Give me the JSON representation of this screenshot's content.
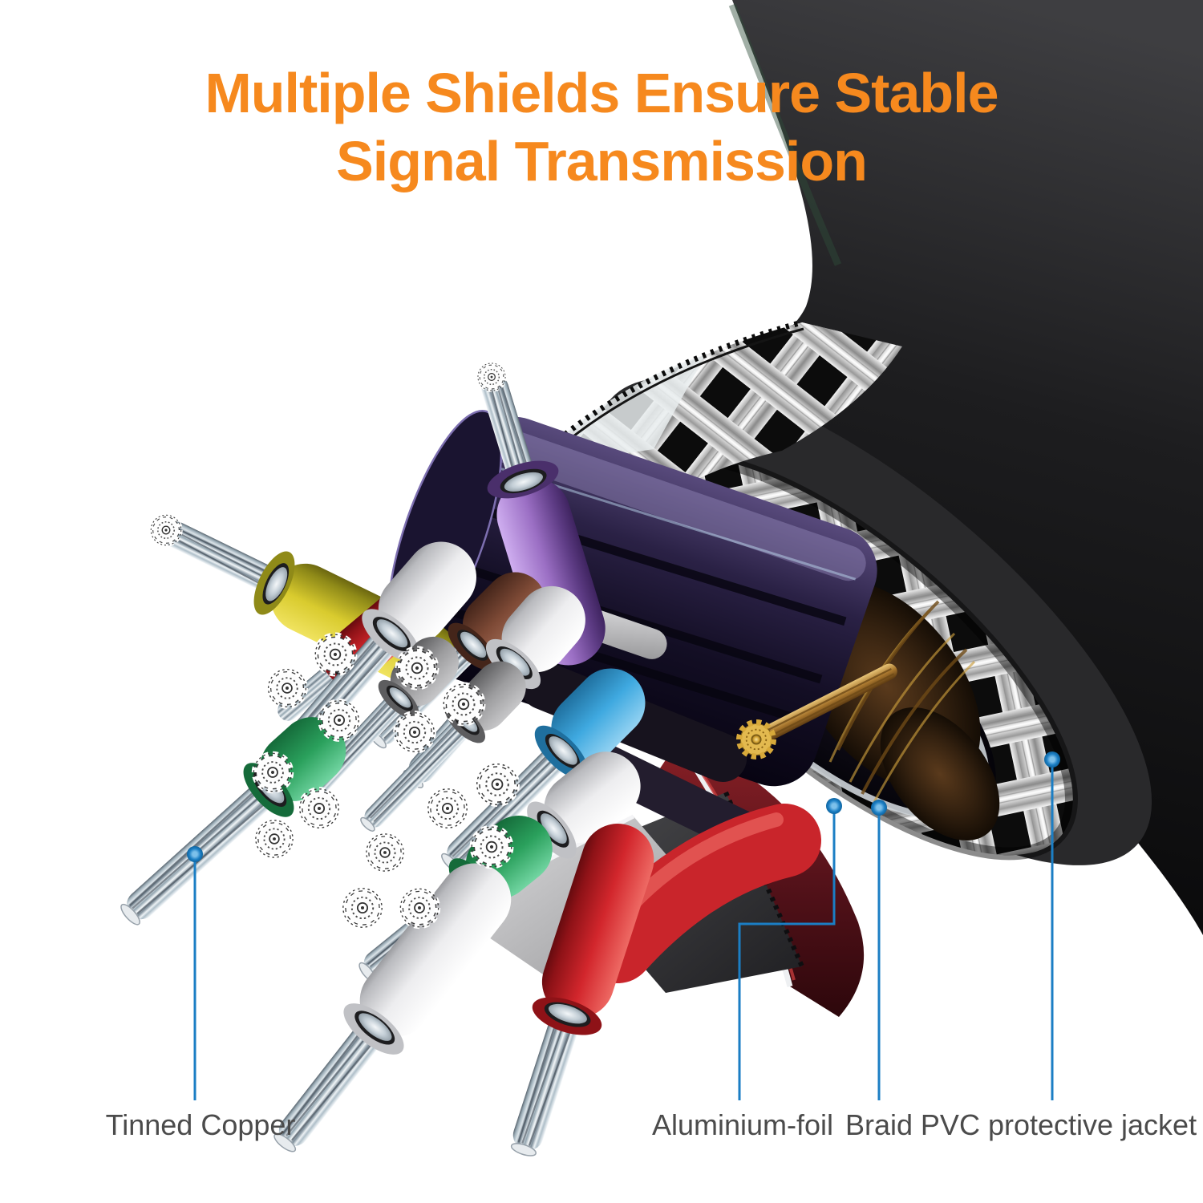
{
  "title": {
    "line1": "Multiple Shields Ensure Stable",
    "line2": "Signal Transmission"
  },
  "labels": {
    "tinned_copper": "Tinned Copper",
    "aluminium_foil": "Aluminium-foil",
    "braid": "Braid",
    "pvc_jacket": "PVC protective jacket"
  },
  "colors": {
    "background": "#FFFFFF",
    "accent_orange": "#F6891E",
    "callout_blue": "#1B7EC4",
    "label_gray": "#4B4B4B",
    "jacket_black": "#1B1B1D",
    "braid_silver": "#E9E9E9",
    "wire_purple": "#9B6FC4",
    "wire_yellow": "#D9CB2E",
    "wire_red": "#D2262C",
    "wire_white": "#F2F2F2",
    "wire_brown": "#7E4A36",
    "wire_gray": "#9C9C9E",
    "wire_blue": "#3FA9E0",
    "wire_green": "#2AA05C",
    "copper_gold": "#C89B3C"
  }
}
